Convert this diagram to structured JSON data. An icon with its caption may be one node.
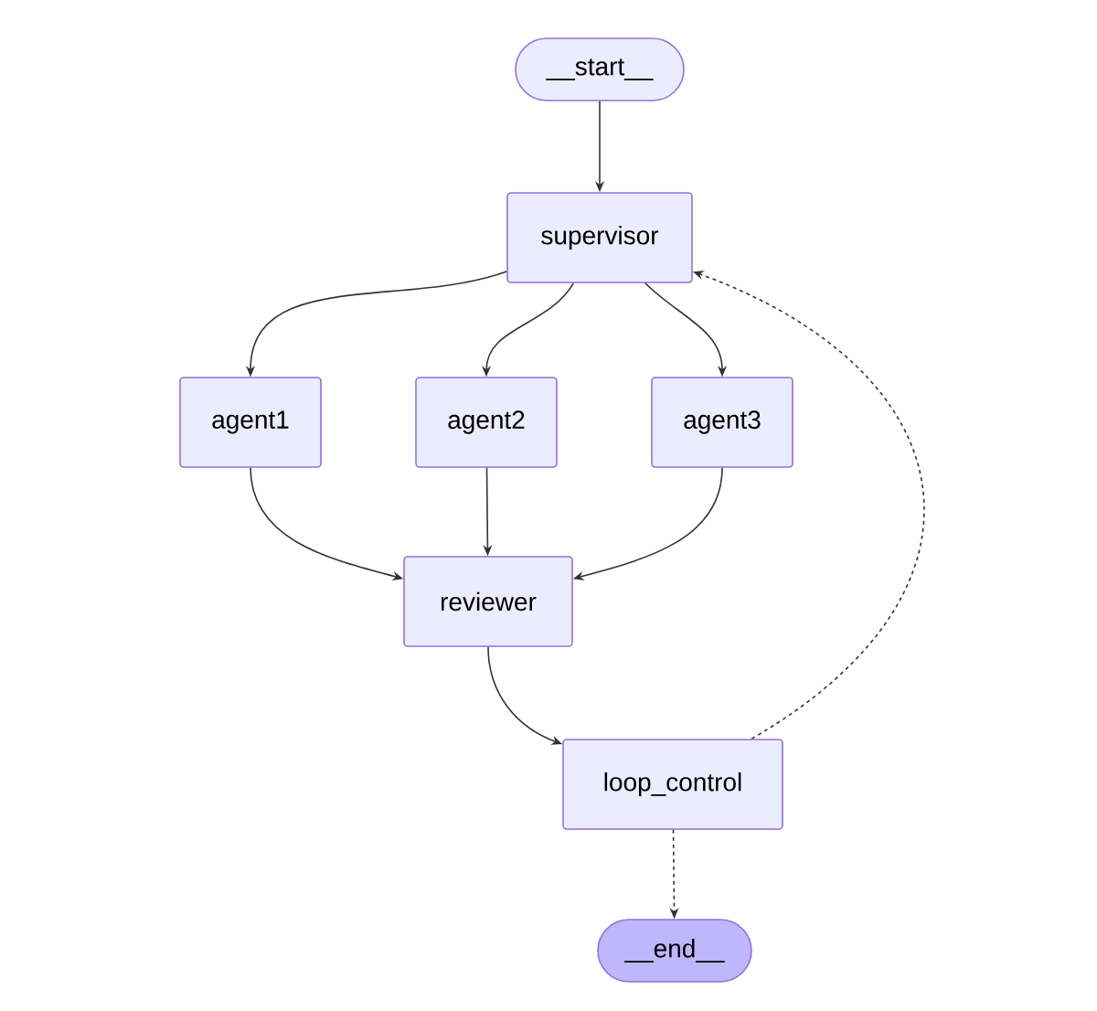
{
  "diagram": {
    "nodes": [
      {
        "text": [
          "__start__"
        ]
      },
      {
        "text": [
          "supervisor"
        ]
      },
      {
        "text": [
          "agent1"
        ]
      },
      {
        "text": [
          "agent2"
        ]
      },
      {
        "text": [
          "agent3"
        ]
      },
      {
        "text": [
          "reviewer"
        ]
      },
      {
        "text": [
          "loop_control"
        ]
      },
      {
        "text": [
          "__end__"
        ]
      }
    ],
    "edges": [
      {
        "from": 0,
        "to": 1,
        "arrow": "to"
      },
      {
        "from": 1,
        "to": 2,
        "arrow": "to"
      },
      {
        "from": 1,
        "to": 3,
        "arrow": "to"
      },
      {
        "from": 1,
        "to": 4,
        "arrow": "to"
      },
      {
        "from": 2,
        "to": 5,
        "arrow": "to"
      },
      {
        "from": 3,
        "to": 5,
        "arrow": "to"
      },
      {
        "from": 4,
        "to": 5,
        "arrow": "to"
      },
      {
        "from": 5,
        "to": 6,
        "arrow": "to"
      },
      {
        "from": 6,
        "to": 1,
        "arrow": "to",
        "style": "dashed"
      },
      {
        "from": 6,
        "to": 7,
        "arrow": "to",
        "style": "dashed"
      }
    ]
  }
}
